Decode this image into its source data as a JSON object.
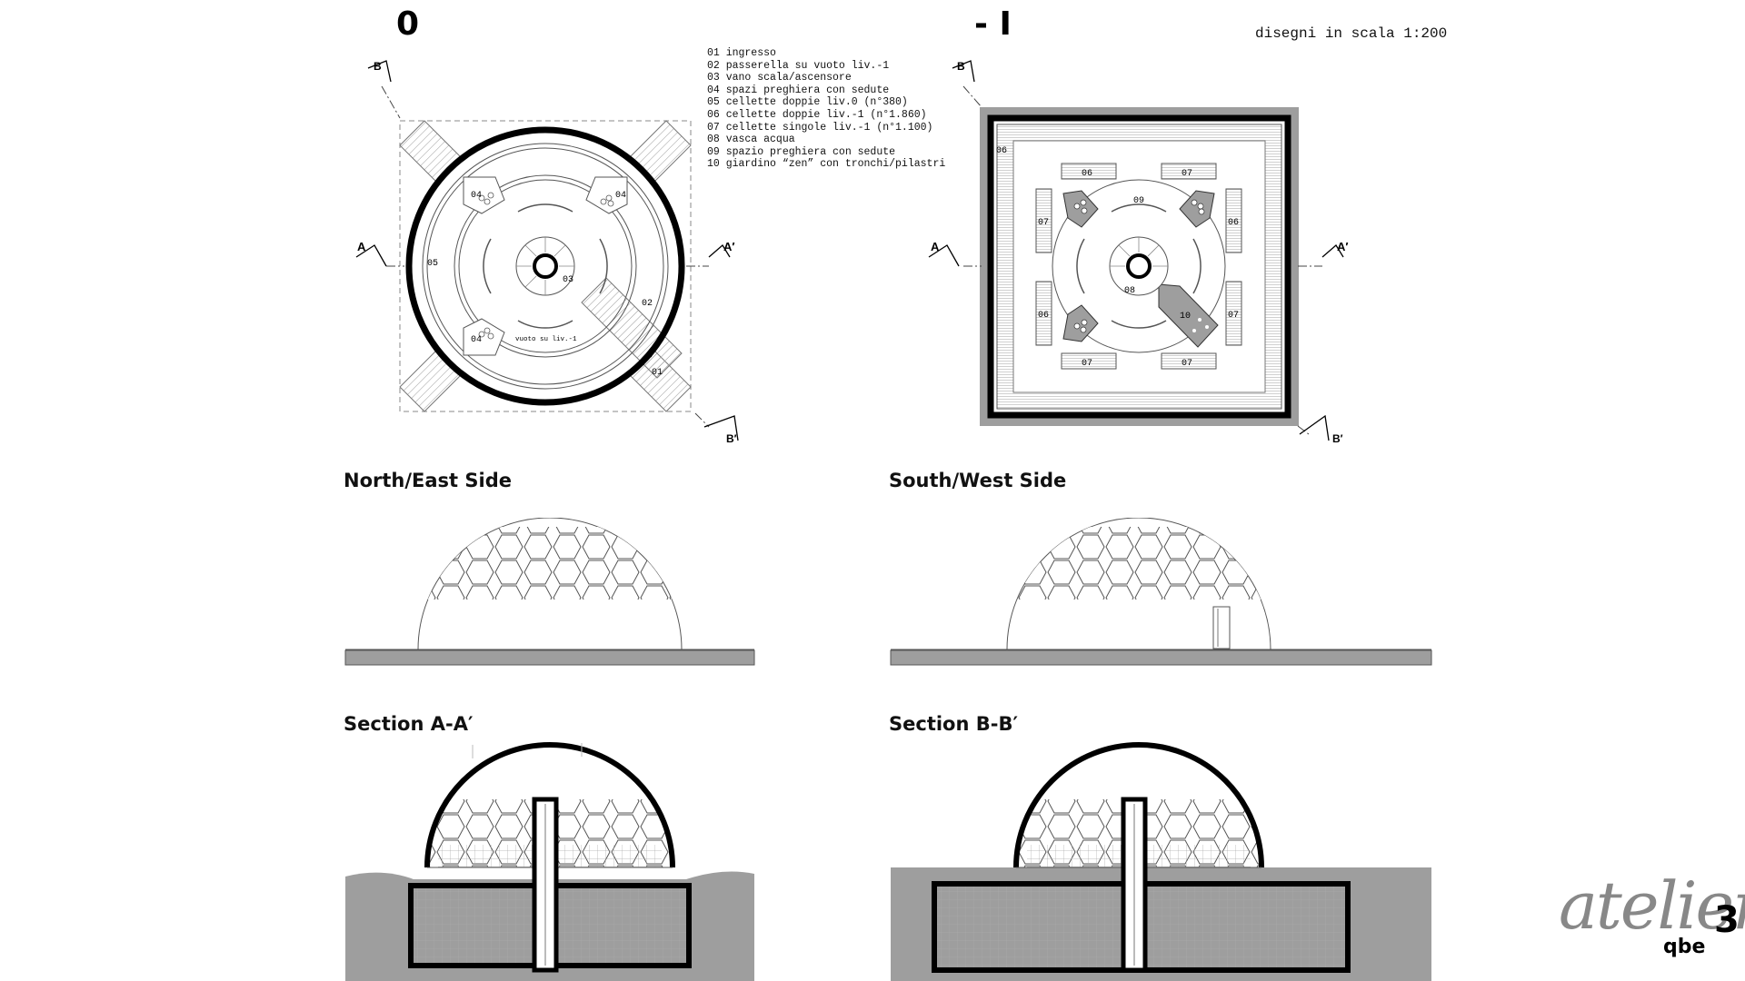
{
  "levels": {
    "ground": "0",
    "basement": "- I"
  },
  "scale_note": "disegni in scala 1:200",
  "legend": [
    "01 ingresso",
    "02 passerella su vuoto liv.-1",
    "03 vano scala/ascensore",
    "04 spazi preghiera con sedute",
    "05 cellette doppie liv.0 (n°380)",
    "06 cellette doppie liv.-1 (n°1.860)",
    "07 cellette singole liv.-1 (n°1.100)",
    "08 vasca acqua",
    "09 spazio preghiera con sedute",
    "10 giardino “zen” con tronchi/pilastri"
  ],
  "section_marks": {
    "a": "A",
    "a_prime": "A′",
    "b": "B",
    "b_prime": "B′"
  },
  "plan0_labels": {
    "n01": "01",
    "n02": "02",
    "n03": "03",
    "n04": "04",
    "n05": "05",
    "void": "vuoto su liv.-1"
  },
  "plan1_labels": {
    "n06": "06",
    "n07": "07",
    "n08": "08",
    "n09": "09",
    "n10": "10"
  },
  "headings": {
    "ne_side": "North/East Side",
    "sw_side": "South/West Side",
    "section_aa": "Section A-A′",
    "section_bb": "Section B-B′"
  },
  "logo": {
    "script": "atelier",
    "brand": "qbe",
    "number": "3"
  },
  "colors": {
    "ground_fill": "#9e9e9e",
    "line": "#111111",
    "paper": "#ffffff",
    "hatch": "#bdbdbd"
  }
}
